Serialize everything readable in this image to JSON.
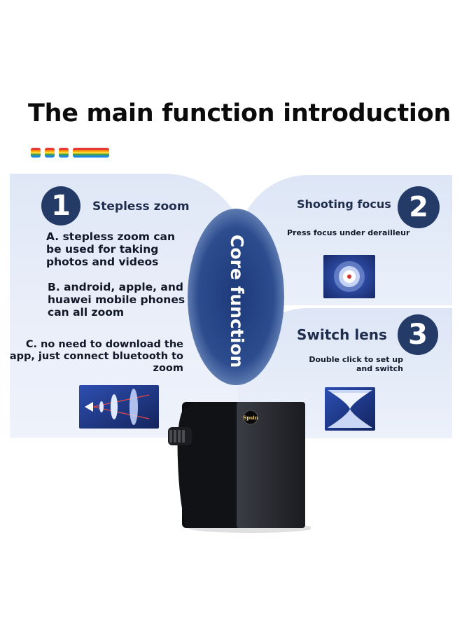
{
  "title": "The main function introduction",
  "core_label": "Core function",
  "feature1": {
    "number": "1",
    "title": "Stepless zoom",
    "point_a": "A. stepless zoom can be used for taking photos and videos",
    "point_b": "B. android, apple, and huawei mobile phones can all zoom",
    "point_c": "C. no need to download the app, just connect bluetooth to zoom",
    "icon": "lens-optics-icon"
  },
  "feature2": {
    "number": "2",
    "title": "Shooting focus",
    "desc": "Press focus under derailleur",
    "icon": "focus-target-icon"
  },
  "feature3": {
    "number": "3",
    "title": "Switch lens",
    "desc": "Double click to set up and switch",
    "icon": "switch-lens-icon"
  },
  "device_logo": "Spsin",
  "colors": {
    "navy": "#243b67",
    "panel": "#e4ebf7",
    "core": "#1d3a79"
  }
}
